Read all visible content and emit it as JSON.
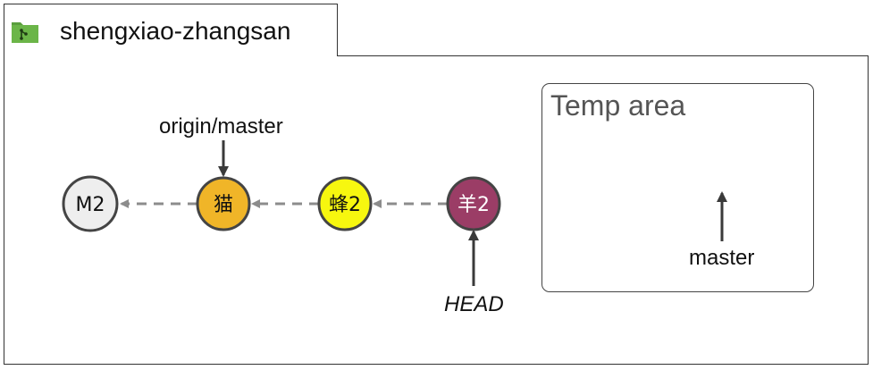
{
  "window": {
    "tab_title": "shengxiao-zhangsan",
    "tab_icon": "repository-folder-icon",
    "icon_color": "#5a9e3d"
  },
  "temp_area": {
    "title": "Temp area",
    "pointer_label": "master"
  },
  "labels": {
    "origin": "origin/master",
    "head": "HEAD"
  },
  "commits": [
    {
      "label": "M2",
      "fill": "#eeeeee",
      "text_color": "#111111"
    },
    {
      "label": "猫",
      "fill": "#f0b528",
      "text_color": "#111111"
    },
    {
      "label": "蜂2",
      "fill": "#f7f70f",
      "text_color": "#111111"
    },
    {
      "label": "羊2",
      "fill": "#9b3d66",
      "text_color": "#ffffff"
    }
  ],
  "colors": {
    "node_stroke": "#444444",
    "edge": "#8c8c8c",
    "pointer": "#3a3a3a"
  }
}
